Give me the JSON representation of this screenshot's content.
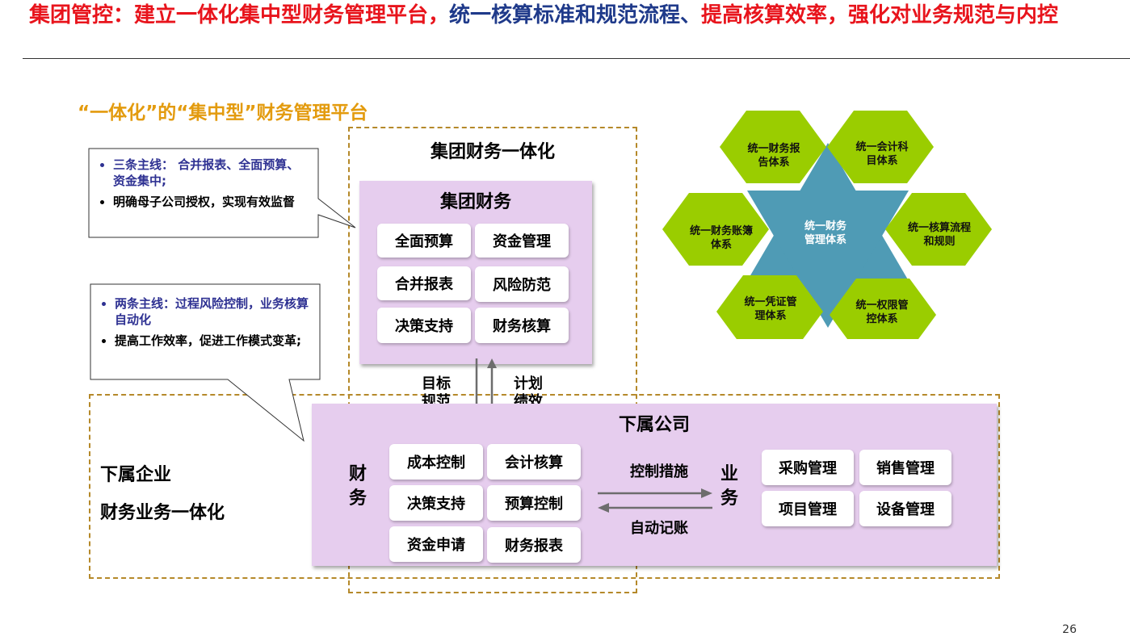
{
  "header": {
    "title_part1": "集团管控：建立一体化集中型财务管理平台，",
    "title_part2": "统一核算标准和规范流程、",
    "title_part3": "提高核算效率，强化对业务规范与内控"
  },
  "subtitle": "“一体化”的“集中型”财务管理平台",
  "callout_top": {
    "item1": "三条主线： 合并报表、全面预算、资金集中;",
    "item2": "明确母子公司授权，实现有效监督"
  },
  "callout_bottom": {
    "item1": "两条主线：过程风险控制，业务核算自动化",
    "item2": "提高工作效率，促进工作模式变革;"
  },
  "group": {
    "heading": "集团财务一体化",
    "panel_title": "集团财务",
    "chips": [
      "全面预算",
      "资金管理",
      "合并报表",
      "风险防范",
      "决策支持",
      "财务核算"
    ]
  },
  "arrows": {
    "down_label_1": "目标",
    "down_label_2": "规范",
    "up_label_1": "计划",
    "up_label_2": "绩效",
    "right_label": "控制措施",
    "left_label": "自动记账"
  },
  "subsidiary": {
    "left_label_1": "下属企业",
    "left_label_2": "财务业务一体化",
    "panel_title": "下属公司",
    "finance_label": [
      "财",
      "务"
    ],
    "business_label": [
      "业",
      "务"
    ],
    "finance_chips": [
      "成本控制",
      "会计核算",
      "决策支持",
      "预算控制",
      "资金申请",
      "财务报表"
    ],
    "business_chips": [
      "采购管理",
      "销售管理",
      "项目管理",
      "设备管理"
    ]
  },
  "hexagram": {
    "center": [
      "统一财务",
      "管理体系"
    ],
    "nodes": {
      "top_left": [
        "统一财务报",
        "告体系"
      ],
      "top_right": [
        "统一会计科",
        "目体系"
      ],
      "left": [
        "统一财务账簿",
        "体系"
      ],
      "right": [
        "统一核算流程",
        "和规则"
      ],
      "bottom_left": [
        "统一凭证管",
        "理体系"
      ],
      "bottom_right": [
        "统一权限管",
        "控体系"
      ]
    },
    "colors": {
      "hex": "#9acd00",
      "star": "#4f9bb5"
    }
  },
  "page_number": "26"
}
